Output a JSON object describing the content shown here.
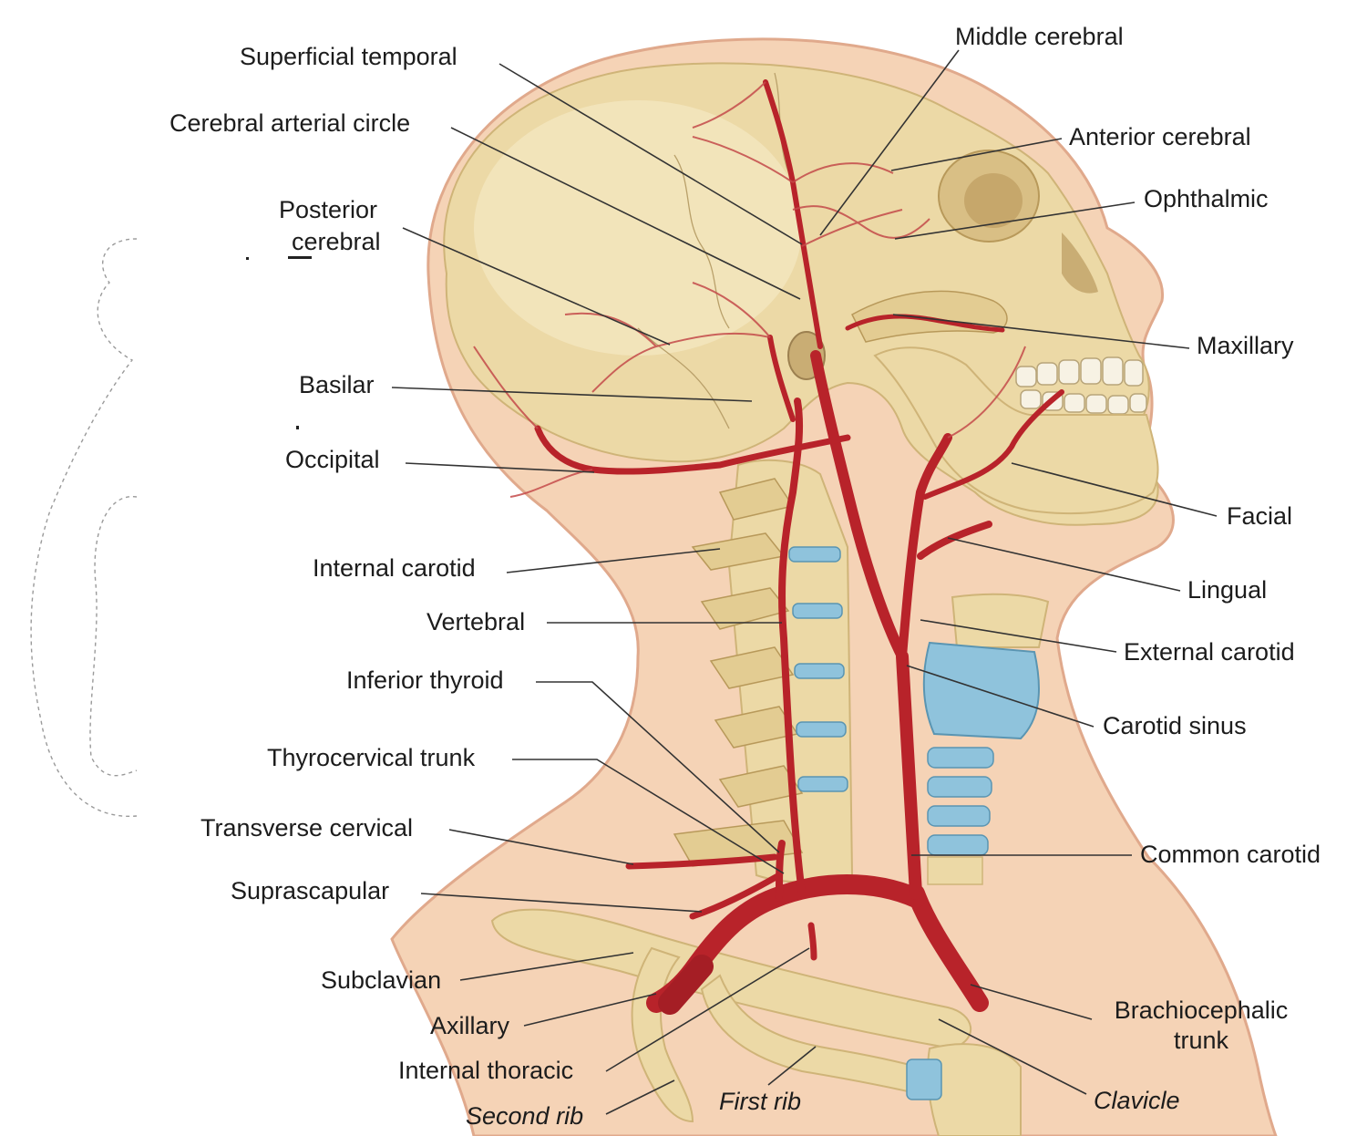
{
  "labels": {
    "superficial_temporal": "Superficial temporal",
    "cerebral_arterial_circle": "Cerebral arterial circle",
    "posterior_cerebral_1": "Posterior",
    "posterior_cerebral_2": "cerebral",
    "basilar": "Basilar",
    "occipital": "Occipital",
    "internal_carotid": "Internal carotid",
    "vertebral": "Vertebral",
    "inferior_thyroid": "Inferior thyroid",
    "thyrocervical_trunk": "Thyrocervical trunk",
    "transverse_cervical": "Transverse cervical",
    "suprascapular": "Suprascapular",
    "subclavian": "Subclavian",
    "axillary": "Axillary",
    "internal_thoracic": "Internal thoracic",
    "second_rib": "Second rib",
    "first_rib": "First rib",
    "clavicle": "Clavicle",
    "middle_cerebral": "Middle cerebral",
    "anterior_cerebral": "Anterior cerebral",
    "ophthalmic": "Ophthalmic",
    "maxillary": "Maxillary",
    "facial": "Facial",
    "lingual": "Lingual",
    "external_carotid": "External carotid",
    "carotid_sinus": "Carotid sinus",
    "common_carotid": "Common carotid",
    "brachiocephalic_1": "Brachiocephalic",
    "brachiocephalic_2": "trunk"
  },
  "colors": {
    "skin": "#f5d3b6",
    "skin_outline": "#e0a98c",
    "bone": "#ecd9a6",
    "bone_shadow": "#cfb478",
    "artery": "#b8232a",
    "cartilage": "#8fc3dc",
    "leader": "#333333"
  }
}
